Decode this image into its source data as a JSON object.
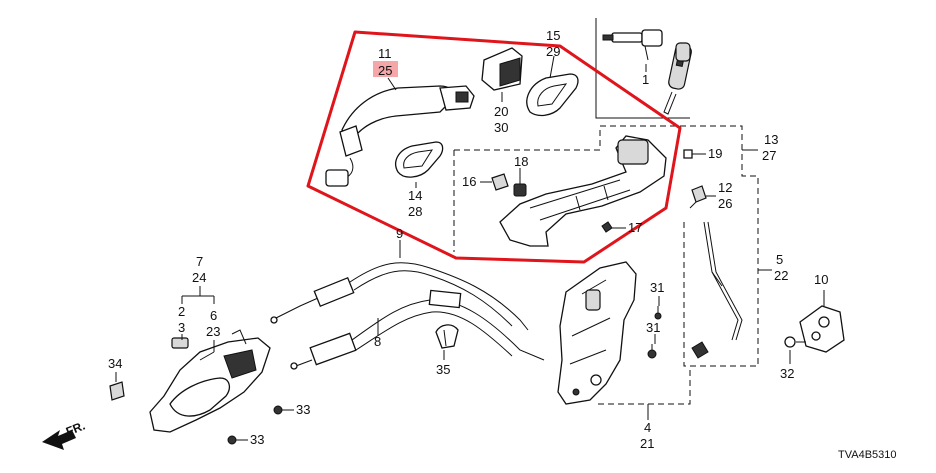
{
  "diagram_code": "TVA4B5310",
  "direction_label": "FR.",
  "highlight_color": "#e0141b",
  "highlight_label_color": "#f4a6a8",
  "highlighted_callout": "25",
  "callouts": {
    "c1": "1",
    "c2": "2",
    "c3": "3",
    "c4": "4",
    "c5": "5",
    "c6": "6",
    "c7": "7",
    "c8": "8",
    "c9": "9",
    "c10": "10",
    "c11": "11",
    "c12": "12",
    "c13": "13",
    "c14": "14",
    "c15": "15",
    "c16": "16",
    "c17": "17",
    "c18": "18",
    "c19": "19",
    "c20": "20",
    "c21": "21",
    "c22": "22",
    "c23": "23",
    "c24": "24",
    "c25": "25",
    "c26": "26",
    "c27": "27",
    "c28": "28",
    "c29": "29",
    "c30": "30",
    "c31a": "31",
    "c31b": "31",
    "c32": "32",
    "c33a": "33",
    "c33b": "33",
    "c34": "34",
    "c35": "35"
  }
}
